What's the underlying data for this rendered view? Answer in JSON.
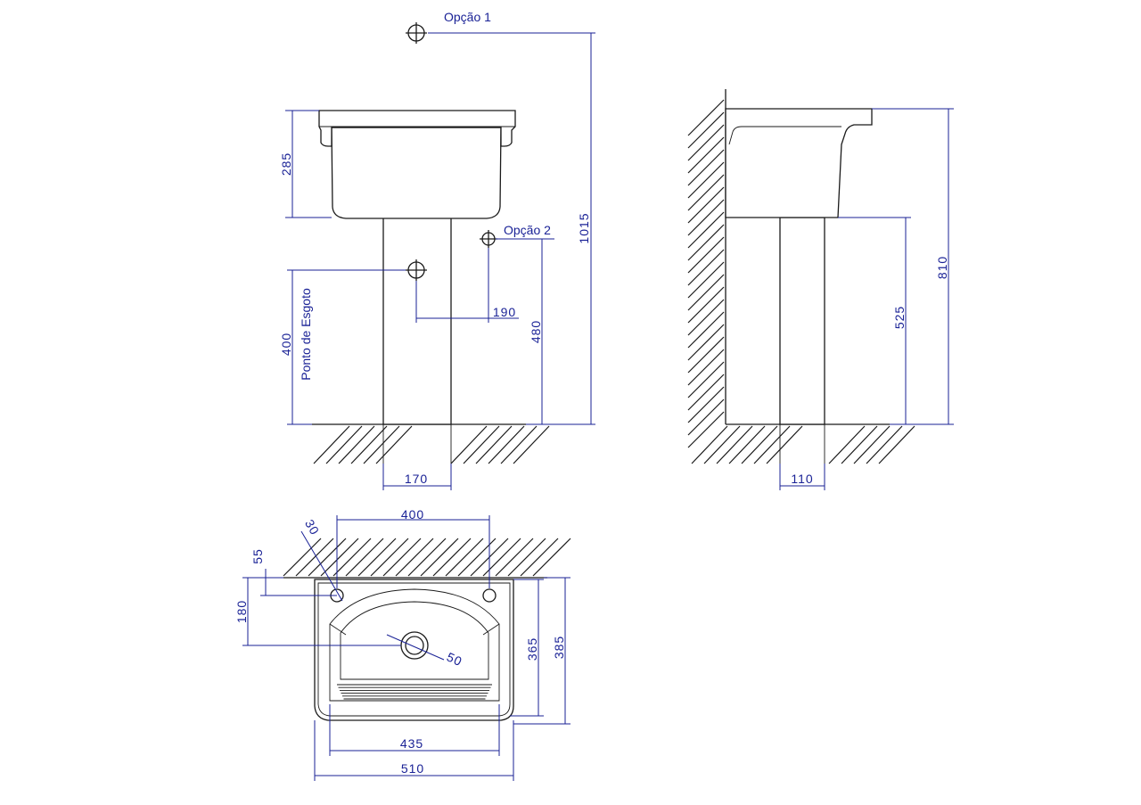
{
  "labels": {
    "option1": "Opção 1",
    "option2": "Opção 2",
    "drain_point": "Ponto de Esgoto"
  },
  "dimensions": {
    "front_basin_height": "285",
    "front_total_height": "1015",
    "front_opt2_height": "480",
    "front_drain_height": "400",
    "front_opt2_offset": "190",
    "front_pedestal_width": "170",
    "side_total_height": "810",
    "side_pedestal_height": "525",
    "side_pedestal_width": "110",
    "top_holes_spacing": "400",
    "top_hole_diameter": "30",
    "top_wall_offset": "55",
    "top_drain_offset": "180",
    "top_drain_diameter": "50",
    "top_inner_depth": "365",
    "top_outer_depth": "385",
    "top_inner_width": "435",
    "top_outer_width": "510"
  },
  "colors": {
    "dimension": "#1a2296",
    "outline": "#1a1a1a"
  }
}
